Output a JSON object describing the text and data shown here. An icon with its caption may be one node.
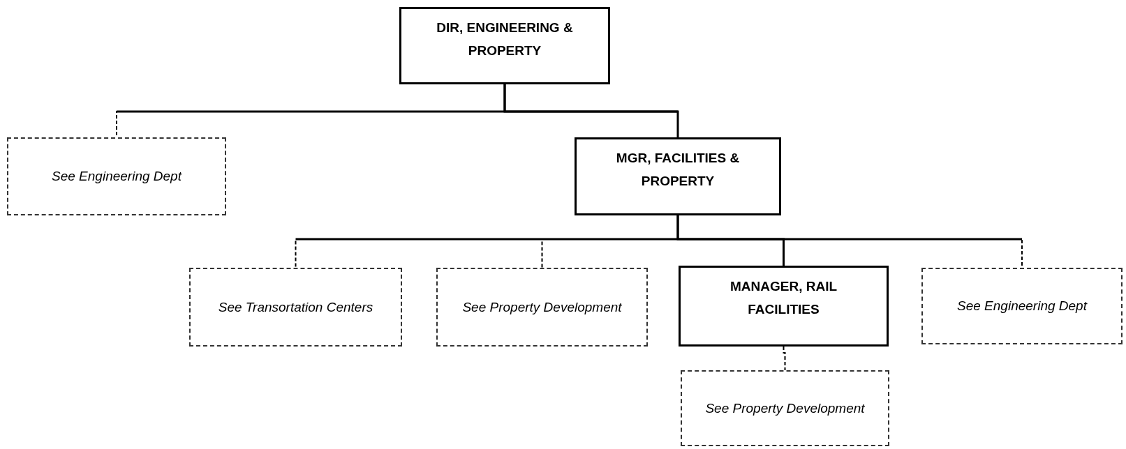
{
  "diagram": {
    "nodes": [
      {
        "text": [
          "DIR, ENGINEERING & PROPERTY"
        ]
      },
      {
        "text": [
          "See Engineering Dept"
        ]
      },
      {
        "text": [
          "MGR, FACILITIES & PROPERTY"
        ]
      },
      {
        "text": [
          "See Transortation Centers"
        ]
      },
      {
        "text": [
          "See Property Development"
        ]
      },
      {
        "text": [
          "MANAGER, RAIL FACILITIES"
        ]
      },
      {
        "text": [
          "See Engineering Dept"
        ]
      },
      {
        "text": [
          "See Property Development"
        ]
      }
    ],
    "edges": [
      {
        "from": 0,
        "to": 1,
        "arrow": "none",
        "style": "dashed"
      },
      {
        "from": 0,
        "to": 2,
        "arrow": "none"
      },
      {
        "from": 2,
        "to": 3,
        "arrow": "none",
        "style": "dashed"
      },
      {
        "from": 2,
        "to": 4,
        "arrow": "none",
        "style": "dashed"
      },
      {
        "from": 2,
        "to": 5,
        "arrow": "none"
      },
      {
        "from": 2,
        "to": 6,
        "arrow": "none",
        "style": "dashed"
      },
      {
        "from": 5,
        "to": 7,
        "arrow": "none",
        "style": "dashed"
      }
    ]
  }
}
